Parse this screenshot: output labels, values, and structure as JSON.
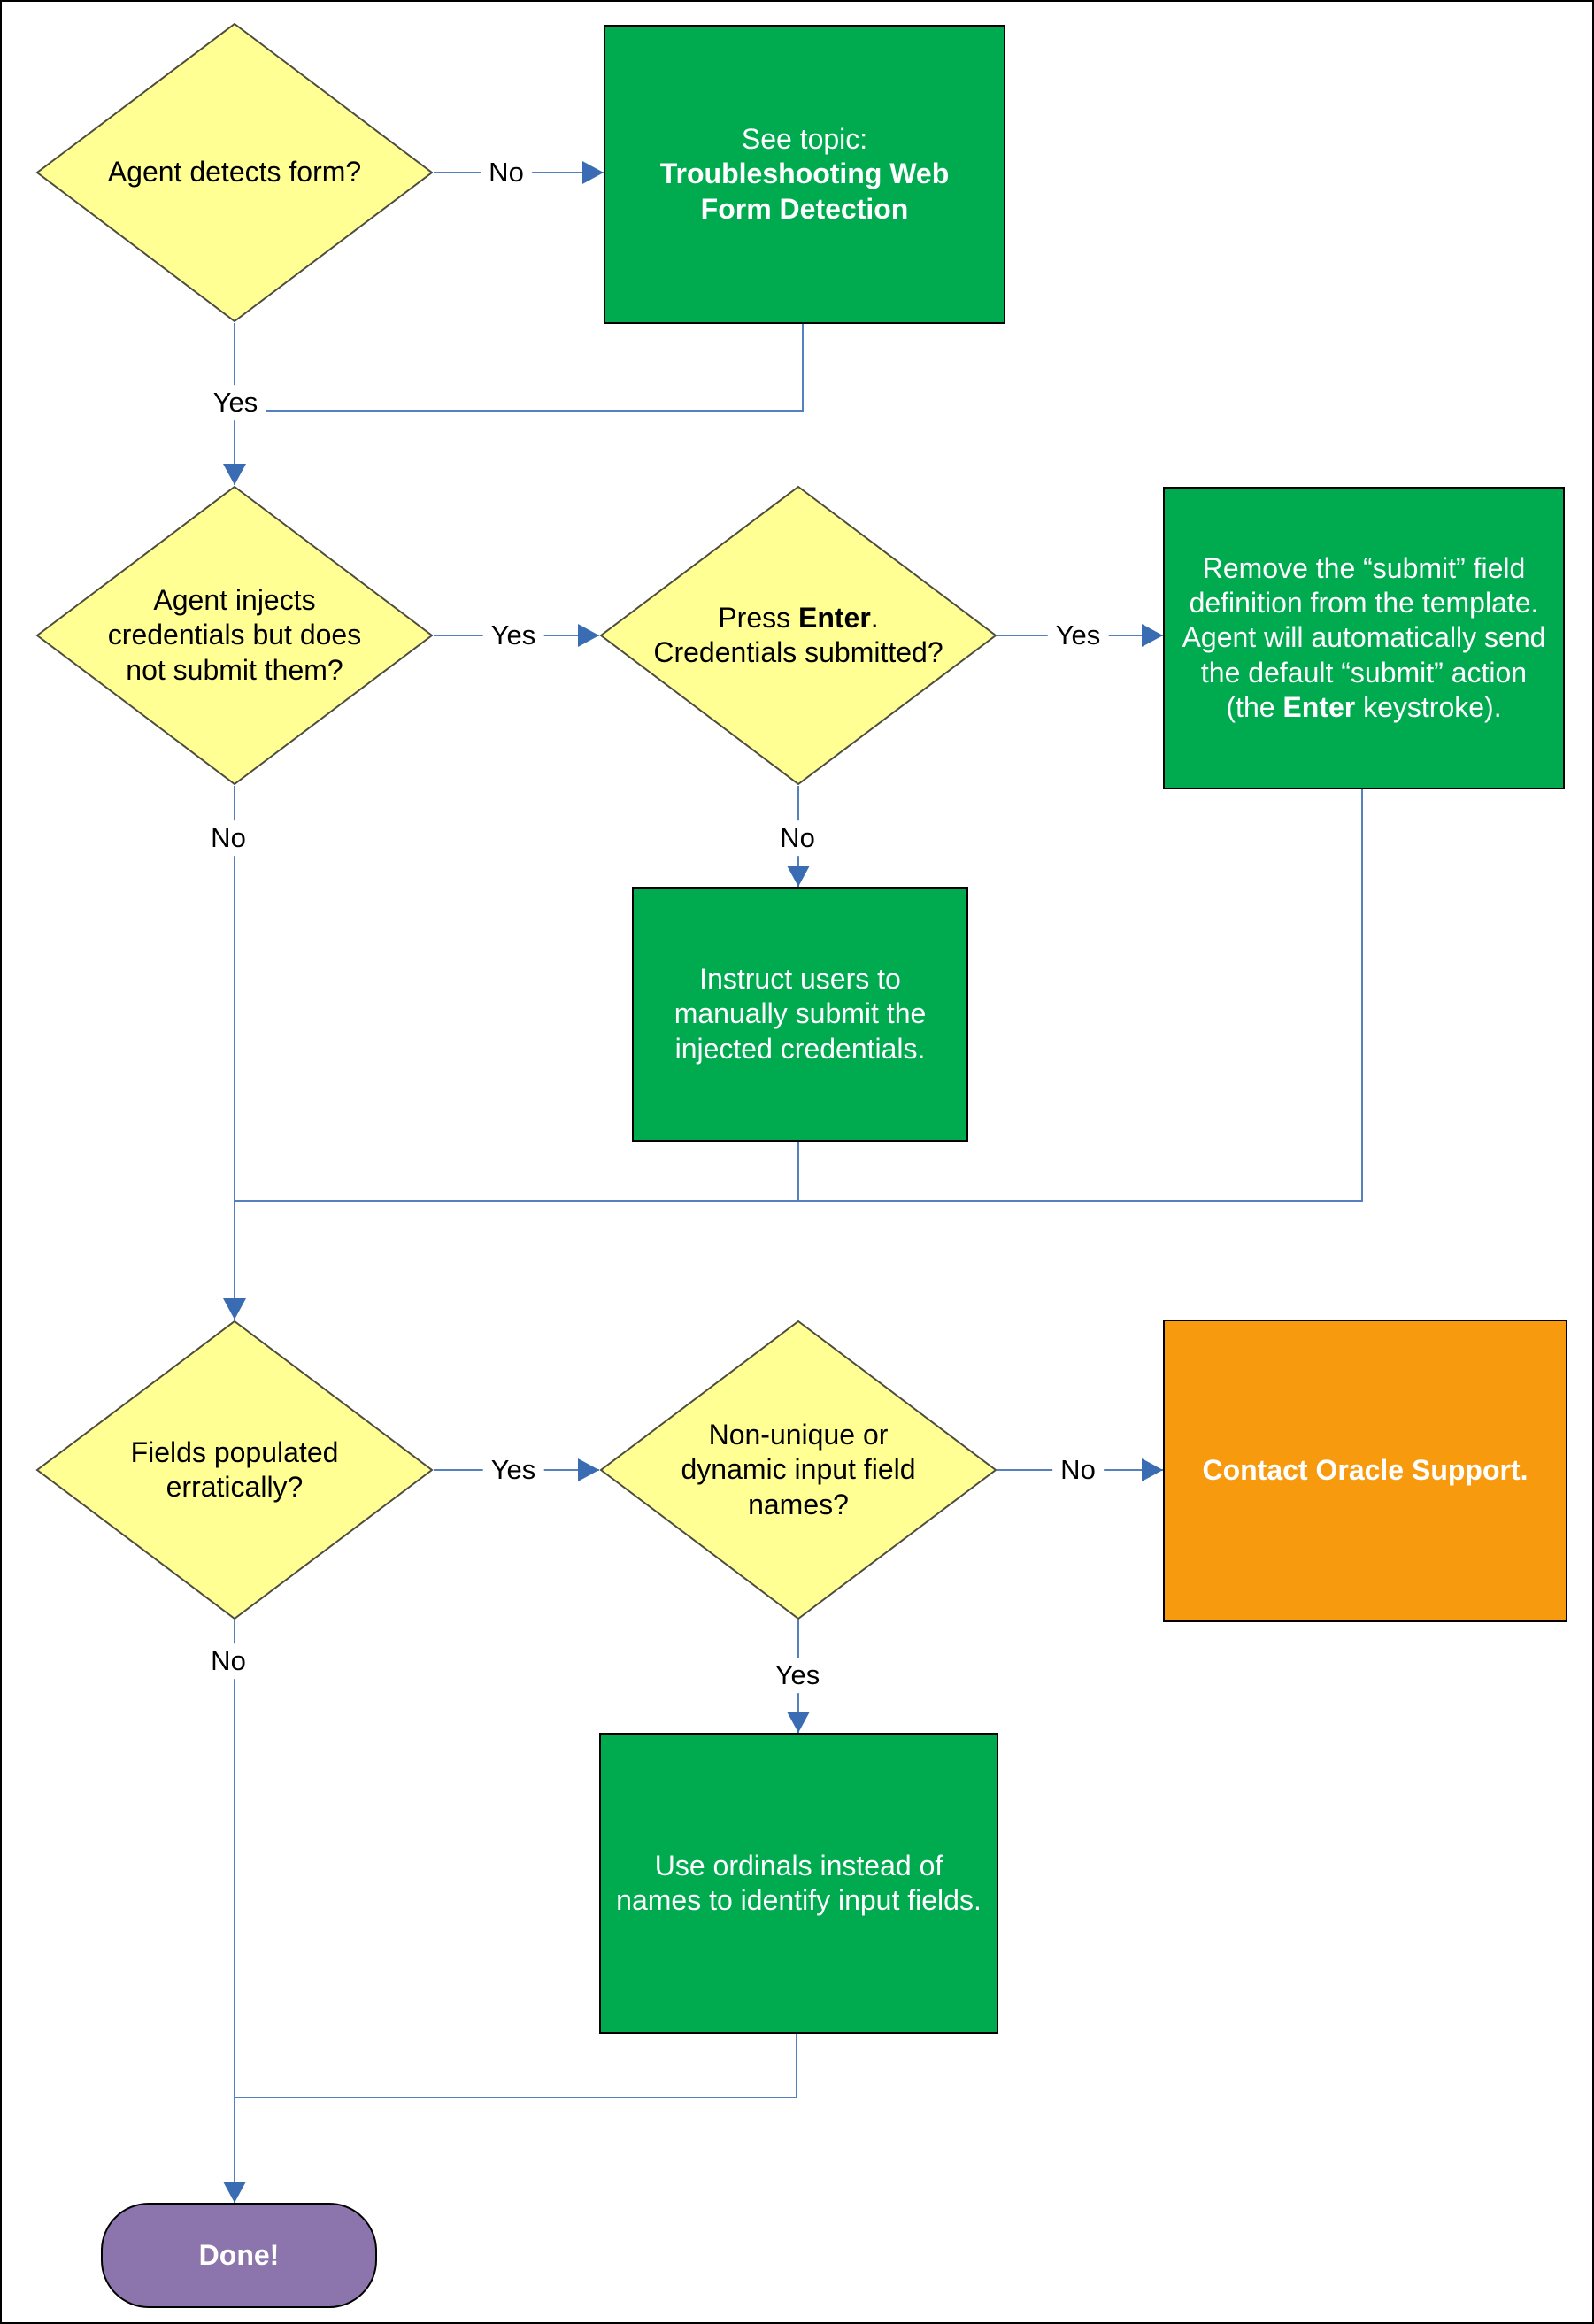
{
  "flowchart": {
    "nodes": {
      "agent_detects_form": {
        "text": "Agent detects form?"
      },
      "see_topic": {
        "prefix": "See topic:",
        "title": "Troubleshooting Web\nForm Detection"
      },
      "agent_injects": {
        "text": "Agent injects\ncredentials but does\nnot submit them?"
      },
      "press_enter": {
        "pre": "Press ",
        "bold": "Enter",
        "post": ".\nCredentials submitted?"
      },
      "remove_submit": {
        "pre": "Remove the “submit” field\ndefinition from the template.\nAgent will automatically send\nthe default “submit” action\n(the ",
        "bold": "Enter",
        "post": " keystroke)."
      },
      "instruct_users": {
        "text": "Instruct users to\nmanually submit the\ninjected credentials."
      },
      "fields_populated": {
        "text": "Fields populated\nerratically?"
      },
      "non_unique": {
        "text": "Non-unique or\ndynamic input field\nnames?"
      },
      "contact_support": {
        "text": "Contact Oracle Support."
      },
      "use_ordinals": {
        "text": "Use ordinals instead of\nnames to identify input fields."
      },
      "done": {
        "text": "Done!"
      }
    },
    "labels": {
      "no_form": "No",
      "yes_form": "Yes",
      "yes_injects": "Yes",
      "yes_submitted": "Yes",
      "no_submitted": "No",
      "no_injects": "No",
      "yes_erratic": "Yes",
      "no_names": "No",
      "yes_names": "Yes",
      "no_erratic": "No"
    },
    "colors": {
      "decision_fill": "#FFFF94",
      "decision_border": "#4C4C40",
      "process_fill": "#00AB50",
      "alert_fill": "#F89A0D",
      "terminator_fill": "#8C74AC",
      "connector_line": "#5580BE",
      "arrowhead": "#3A6CB4"
    }
  }
}
